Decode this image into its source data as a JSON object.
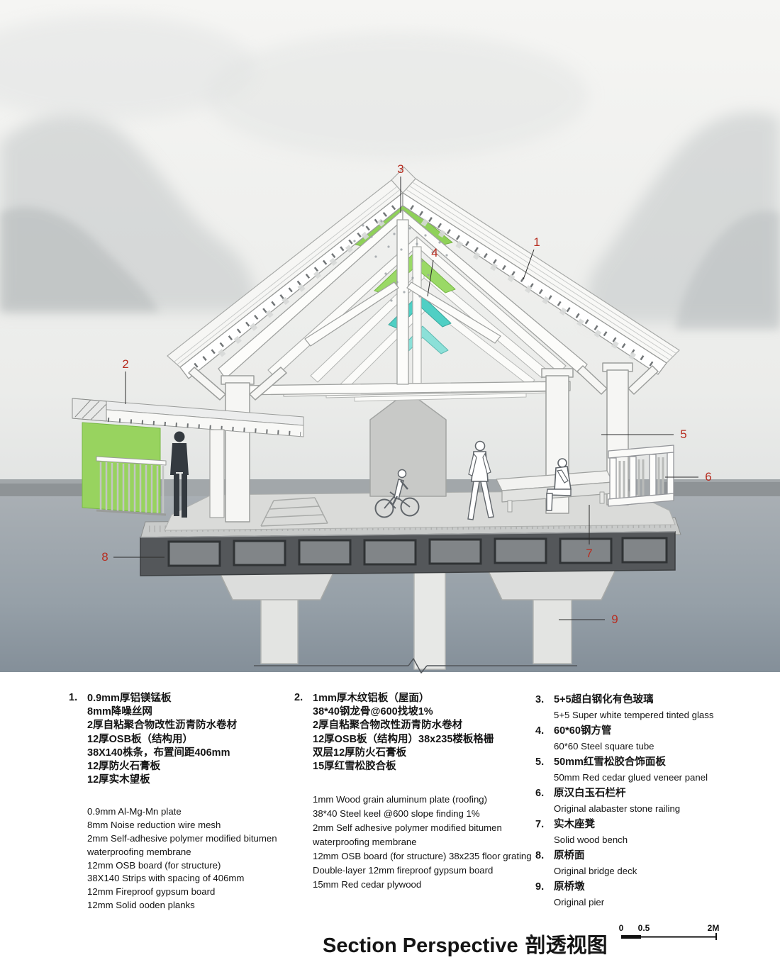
{
  "title": {
    "en": "Section Perspective",
    "zh": "剖透视图"
  },
  "scale": {
    "t0": "0",
    "t1": "0.5",
    "t2": "2M"
  },
  "colors": {
    "accent_green": "#97d15e",
    "accent_teal": "#55d0c6",
    "callout_red": "#b72d20",
    "water_top": "#a9afb4",
    "water_bottom": "#848f99"
  },
  "callouts": {
    "c1": "1",
    "c2": "2",
    "c3": "3",
    "c4": "4",
    "c5": "5",
    "c6": "6",
    "c7": "7",
    "c8": "8",
    "c9": "9"
  },
  "legend": {
    "item1": {
      "num": "1.",
      "zh": [
        "0.9mm厚铝镁锰板",
        "8mm降噪丝网",
        "2厚自粘聚合物改性沥青防水卷材",
        "12厚OSB板（结构用）",
        "38X140株条，布置间距406mm",
        "12厚防火石膏板",
        "12厚实木望板"
      ],
      "en": [
        "0.9mm Al-Mg-Mn plate",
        "8mm Noise reduction wire mesh",
        "2mm Self-adhesive polymer modified bitumen",
        "waterproofing membrane",
        "12mm OSB board (for structure)",
        "38X140 Strips with spacing of 406mm",
        "12mm Fireproof gypsum board",
        "12mm Solid ooden planks"
      ]
    },
    "item2": {
      "num": "2.",
      "zh": [
        "1mm厚木纹铝板（屋面）",
        "38*40钢龙骨@600找坡1%",
        "2厚自粘聚合物改性沥青防水卷材",
        "12厚OSB板（结构用）38x235楼板格栅",
        "双层12厚防火石膏板",
        "15厚红雪松胶合板"
      ],
      "en": [
        "1mm Wood grain aluminum plate (roofing)",
        "38*40 Steel keel @600 slope finding 1%",
        "2mm Self adhesive polymer modified bitumen",
        "waterproofing membrane",
        "12mm OSB board (for structure) 38x235 floor grating",
        "Double-layer 12mm fireproof gypsum board",
        "15mm Red cedar plywood"
      ]
    },
    "items3to9": [
      {
        "num": "3.",
        "zh": "5+5超白钢化有色玻璃",
        "en": "5+5 Super white tempered tinted glass"
      },
      {
        "num": "4.",
        "zh": "60*60钢方管",
        "en": "60*60 Steel square tube"
      },
      {
        "num": "5.",
        "zh": "50mm红雪松胶合饰面板",
        "en": "50mm Red cedar glued veneer panel"
      },
      {
        "num": "6.",
        "zh": "原汉白玉石栏杆",
        "en": "Original alabaster stone railing"
      },
      {
        "num": "7.",
        "zh": "实木座凳",
        "en": "Solid wood bench"
      },
      {
        "num": "8.",
        "zh": "原桥面",
        "en": "Original bridge deck"
      },
      {
        "num": "9.",
        "zh": "原桥墩",
        "en": "Original pier"
      }
    ]
  }
}
